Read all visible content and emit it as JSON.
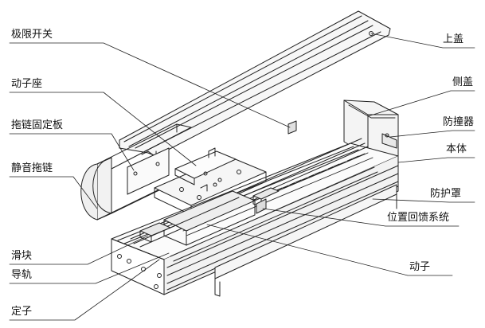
{
  "labels": {
    "limit_switch": "极限开关",
    "mover_seat": "动子座",
    "chain_mount_plate": "拖链固定板",
    "silent_drag_chain": "静音拖链",
    "slider": "滑块",
    "guide_rail": "导轨",
    "stator": "定子",
    "top_cover": "上盖",
    "side_cover": "侧盖",
    "bumper": "防撞器",
    "body": "本体",
    "dust_shield": "防护罩",
    "position_feedback": "位置回馈系统",
    "mover": "动子"
  }
}
